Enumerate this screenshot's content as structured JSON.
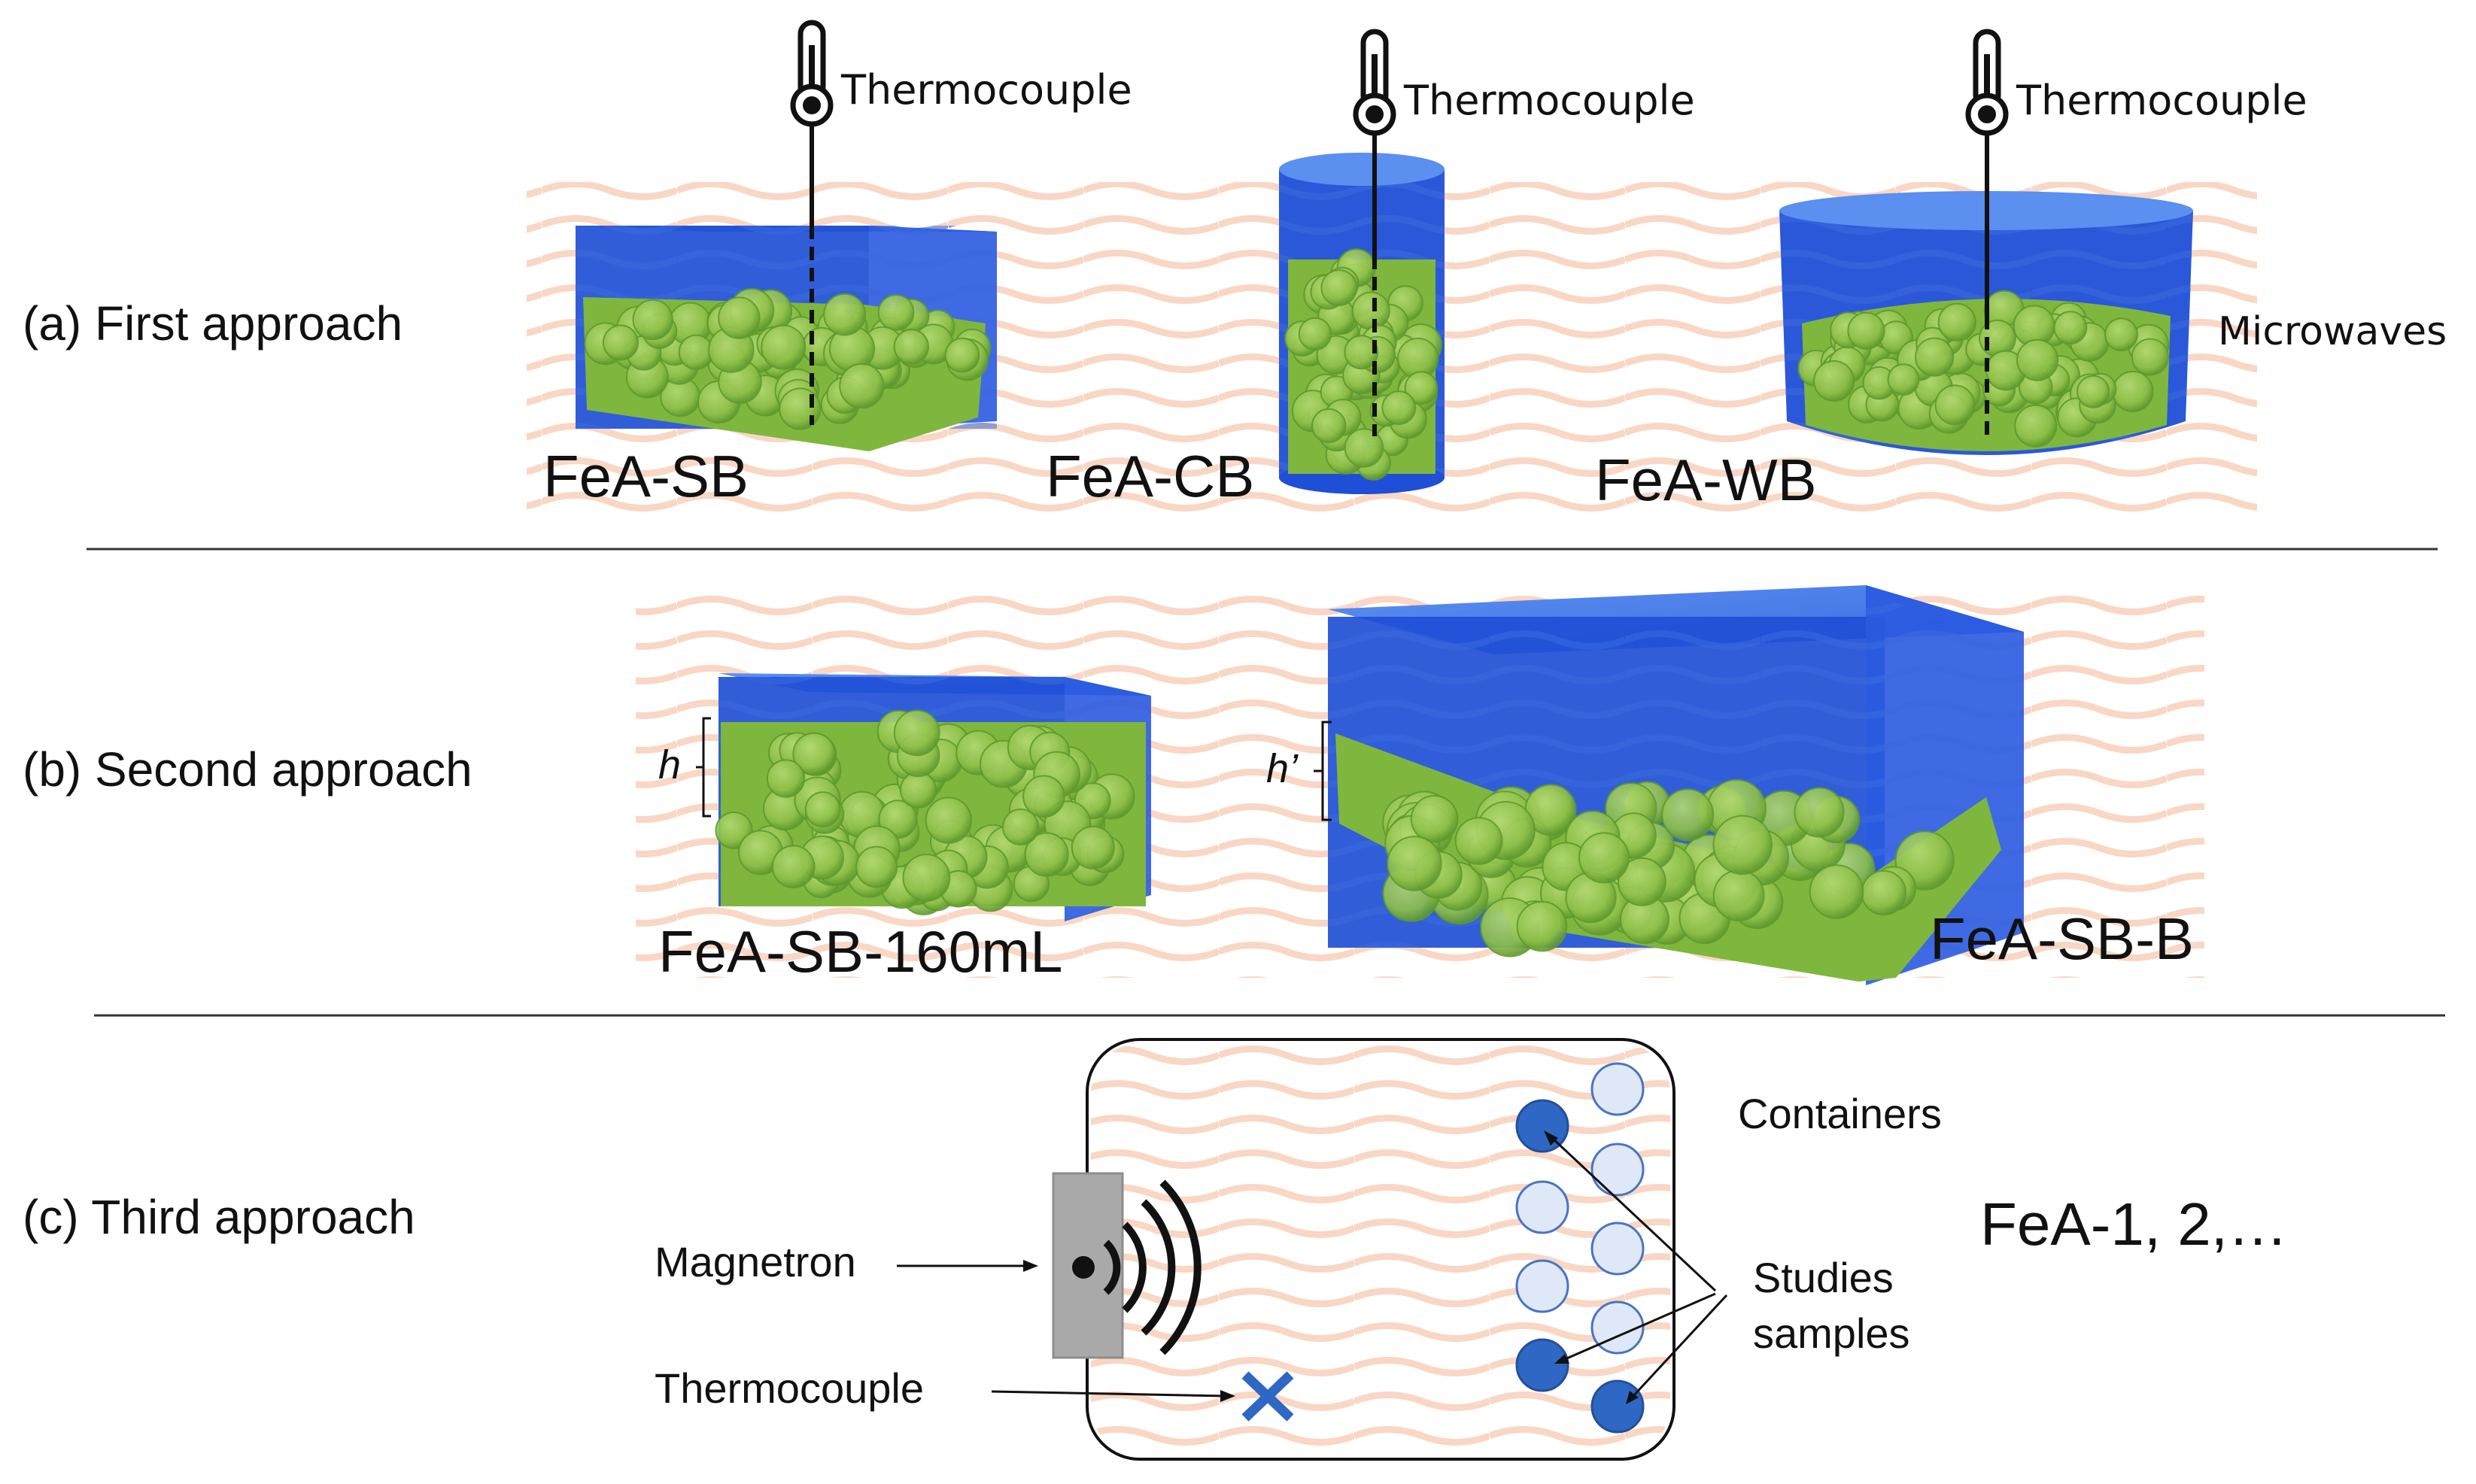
{
  "sections": {
    "a": {
      "label": "(a) First approach",
      "thermocouple_labels": [
        "Thermocouple",
        "Thermocouple",
        "Thermocouple"
      ],
      "microwaves_label": "Microwaves",
      "samples": [
        "FeA-SB",
        "FeA-CB",
        "FeA-WB"
      ]
    },
    "b": {
      "label": "(b) Second approach",
      "height_label_small": "h",
      "height_label_big": "h’",
      "samples": [
        "FeA-SB-160mL",
        "FeA-SB-B"
      ]
    },
    "c": {
      "label": "(c) Third approach",
      "magnetron_label": "Magnetron",
      "thermocouple_label": "Thermocouple",
      "containers_label": "Containers",
      "studies_label_line1": "Studies",
      "studies_label_line2": "samples",
      "samples_label": "FeA-1, 2,…"
    }
  },
  "colors": {
    "water_blue": "#1f4fd6",
    "water_light": "#4f86e8",
    "pellet_green": "#8fc04a",
    "pellet_dark": "#5f9a2e",
    "microwave_pattern": "#f9d7c4",
    "sample_dark": "#2e67c4",
    "container_light": "#dfe8f7",
    "magnetron_gray": "#a9a9a9"
  }
}
